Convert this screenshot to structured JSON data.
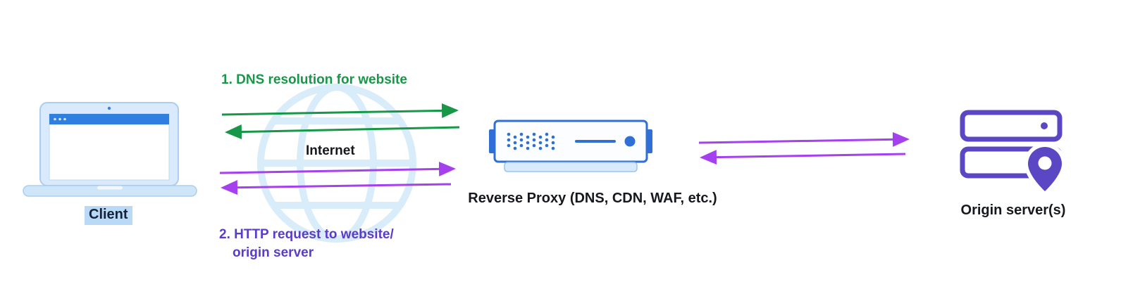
{
  "diagram": {
    "client": {
      "label": "Client"
    },
    "internet": {
      "label": "Internet"
    },
    "reverse_proxy": {
      "label": "Reverse Proxy (DNS, CDN, WAF, etc.)"
    },
    "origin": {
      "label": "Origin server(s)"
    },
    "flows": [
      {
        "step": "1",
        "label": "1. DNS resolution for website",
        "color": "#179848"
      },
      {
        "step": "2",
        "line1": "2. HTTP request to website/",
        "line2": "origin server",
        "color": "#5b3cc9"
      }
    ],
    "colors": {
      "green_arrow": "#179848",
      "purple_arrow": "#a440ee",
      "purple_text": "#5b3cc9",
      "proxy_blue": "#2f6fd6",
      "laptop_fill": "#cfe6f9",
      "laptop_bar": "#2f7fe0",
      "origin_purple": "#5b46c4",
      "globe": "#d9ecfa",
      "label_dark": "#16181d",
      "client_highlight": "#b9d9f6"
    }
  }
}
